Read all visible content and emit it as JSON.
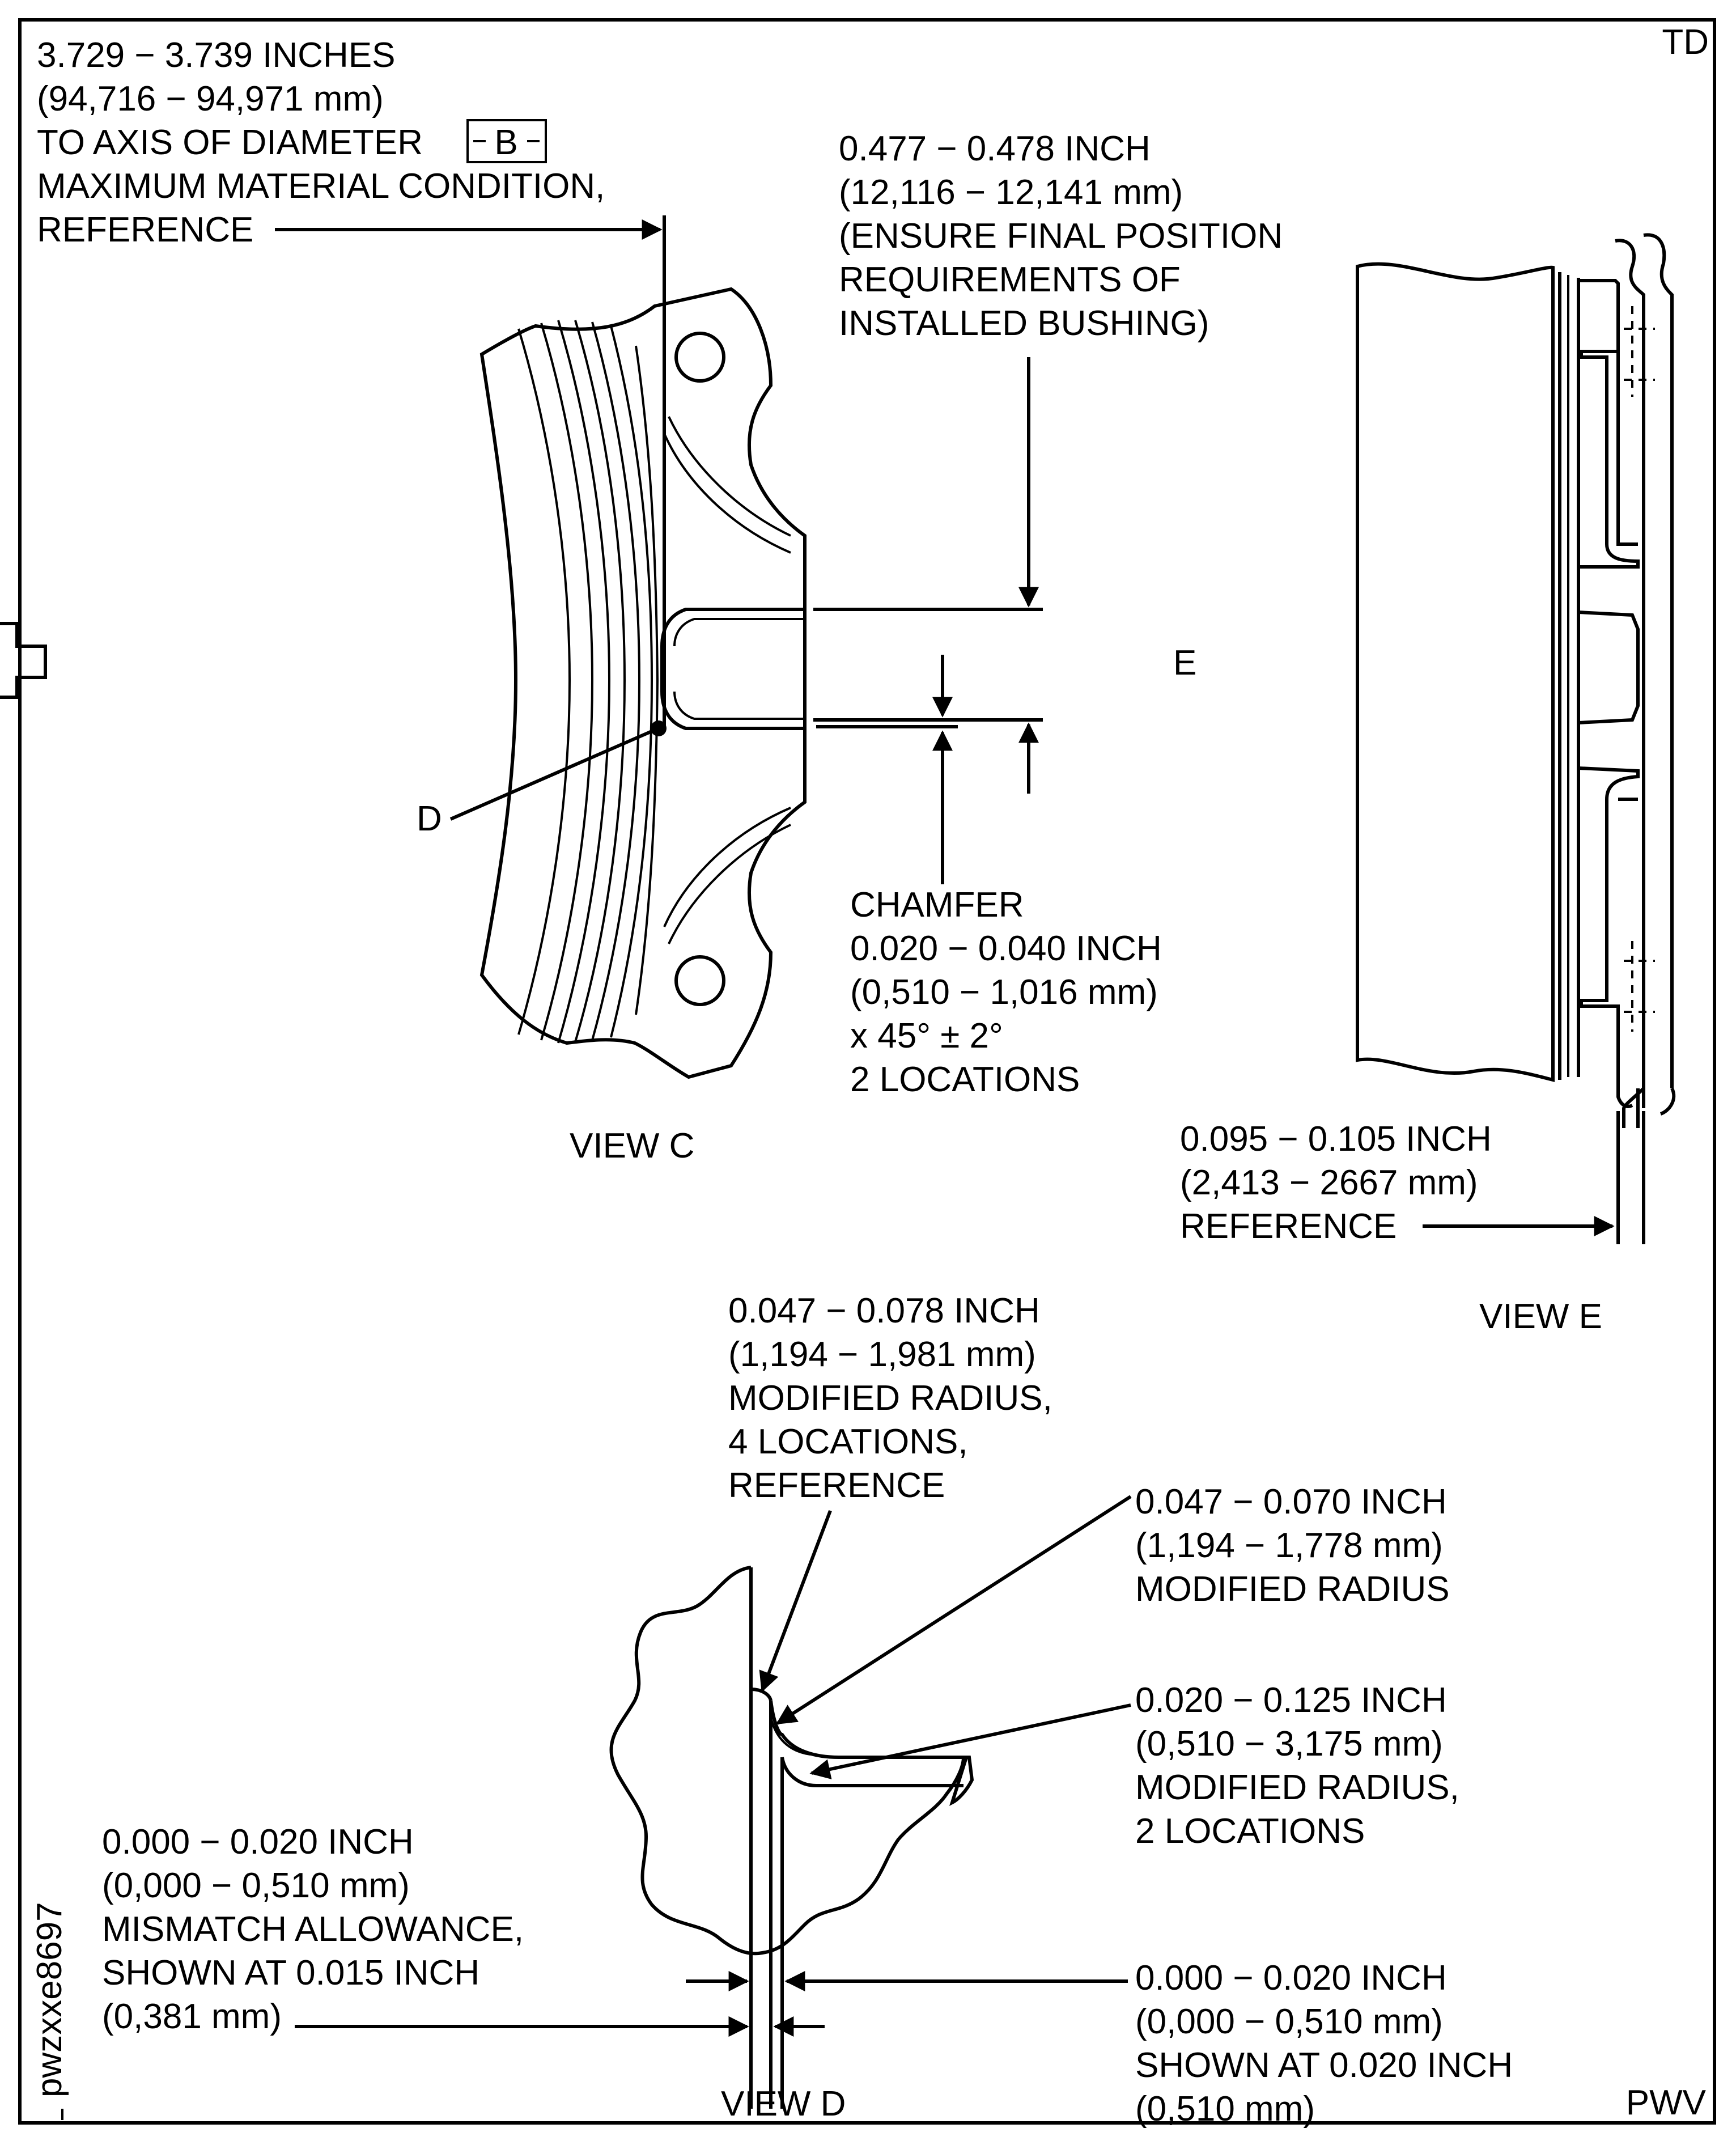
{
  "corners": {
    "top_right": "TD",
    "bottom_right": "PWV",
    "side_id": "pwzxxe8697"
  },
  "view_c": {
    "title": "VIEW C",
    "axis_note": [
      "3.729 − 3.739 INCHES",
      "(94,716 − 94,971 mm)",
      "TO AXIS OF DIAMETER",
      "MAXIMUM MATERIAL CONDITION,",
      "REFERENCE"
    ],
    "datum": "B",
    "slot_note": [
      "0.477 − 0.478 INCH",
      "(12,116 − 12,141 mm)",
      "(ENSURE FINAL POSITION",
      "REQUIREMENTS OF",
      "INSTALLED BUSHING)"
    ],
    "chamfer_note": [
      "CHAMFER",
      "0.020 − 0.040 INCH",
      "(0,510 − 1,016 mm)",
      "x 45° ± 2°",
      "2 LOCATIONS"
    ],
    "detail_d": "D",
    "view_arrow": "E"
  },
  "view_e": {
    "title": "VIEW E",
    "note": [
      "0.095 − 0.105 INCH",
      "(2,413 − 2667 mm)",
      "REFERENCE"
    ]
  },
  "view_d": {
    "title": "VIEW D",
    "radius_4_note": [
      "0.047 − 0.078 INCH",
      "(1,194 − 1,981 mm)",
      "MODIFIED RADIUS,",
      "4 LOCATIONS,",
      "REFERENCE"
    ],
    "radius_note": [
      "0.047 − 0.070 INCH",
      "(1,194 − 1,778 mm)",
      "MODIFIED RADIUS"
    ],
    "radius_2_note": [
      "0.020 − 0.125 INCH",
      "(0,510 − 3,175 mm)",
      "MODIFIED RADIUS,",
      "2 LOCATIONS"
    ],
    "mismatch_note": [
      "0.000 − 0.020 INCH",
      "(0,000 − 0,510 mm)",
      "MISMATCH ALLOWANCE,",
      "SHOWN AT 0.015 INCH",
      "(0,381 mm)"
    ],
    "shown_note": [
      "0.000 − 0.020 INCH",
      "(0,000 − 0,510 mm)",
      "SHOWN AT 0.020 INCH",
      "(0,510 mm)"
    ]
  }
}
